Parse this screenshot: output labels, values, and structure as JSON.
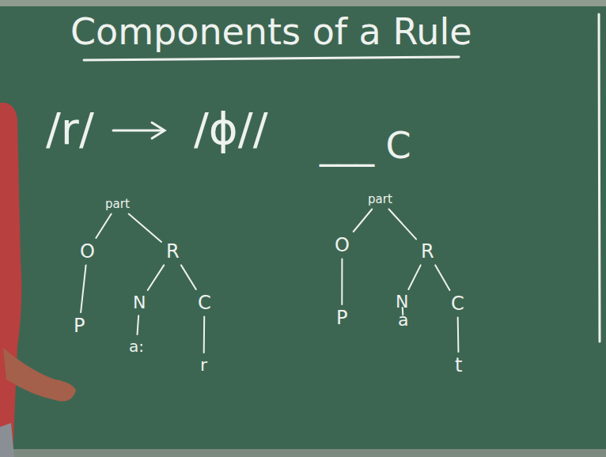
{
  "diagram": {
    "title": "Components of a Rule",
    "nodes": [
      {
        "text": [
          "part"
        ]
      },
      {
        "text": [
          "O"
        ]
      },
      {
        "text": [
          "R"
        ]
      },
      {
        "text": [
          "N"
        ]
      },
      {
        "text": [
          "C"
        ]
      },
      {
        "text": [
          "P"
        ]
      },
      {
        "text": [
          "a:"
        ]
      },
      {
        "text": [
          "r"
        ]
      },
      {
        "text": [
          "part"
        ]
      },
      {
        "text": [
          "O"
        ]
      },
      {
        "text": [
          "R"
        ]
      },
      {
        "text": [
          "N"
        ]
      },
      {
        "text": [
          "C"
        ]
      },
      {
        "text": [
          "P"
        ]
      },
      {
        "text": [
          "a"
        ]
      },
      {
        "text": [
          "t"
        ]
      }
    ],
    "edges": [
      {
        "from": 0,
        "to": 1,
        "arrow": "none"
      },
      {
        "from": 0,
        "to": 2,
        "arrow": "none"
      },
      {
        "from": 2,
        "to": 3,
        "arrow": "none"
      },
      {
        "from": 2,
        "to": 4,
        "arrow": "none"
      },
      {
        "from": 1,
        "to": 5,
        "arrow": "none"
      },
      {
        "from": 3,
        "to": 6,
        "arrow": "none"
      },
      {
        "from": 4,
        "to": 7,
        "arrow": "none"
      },
      {
        "from": 8,
        "to": 9,
        "arrow": "none"
      },
      {
        "from": 8,
        "to": 10,
        "arrow": "none"
      },
      {
        "from": 10,
        "to": 11,
        "arrow": "none"
      },
      {
        "from": 10,
        "to": 12,
        "arrow": "none"
      },
      {
        "from": 9,
        "to": 13,
        "arrow": "none"
      },
      {
        "from": 11,
        "to": 14,
        "arrow": "none"
      },
      {
        "from": 12,
        "to": 15,
        "arrow": "none"
      }
    ],
    "labels": [
      "/r/",
      "/ϕ//",
      "___ C"
    ]
  }
}
